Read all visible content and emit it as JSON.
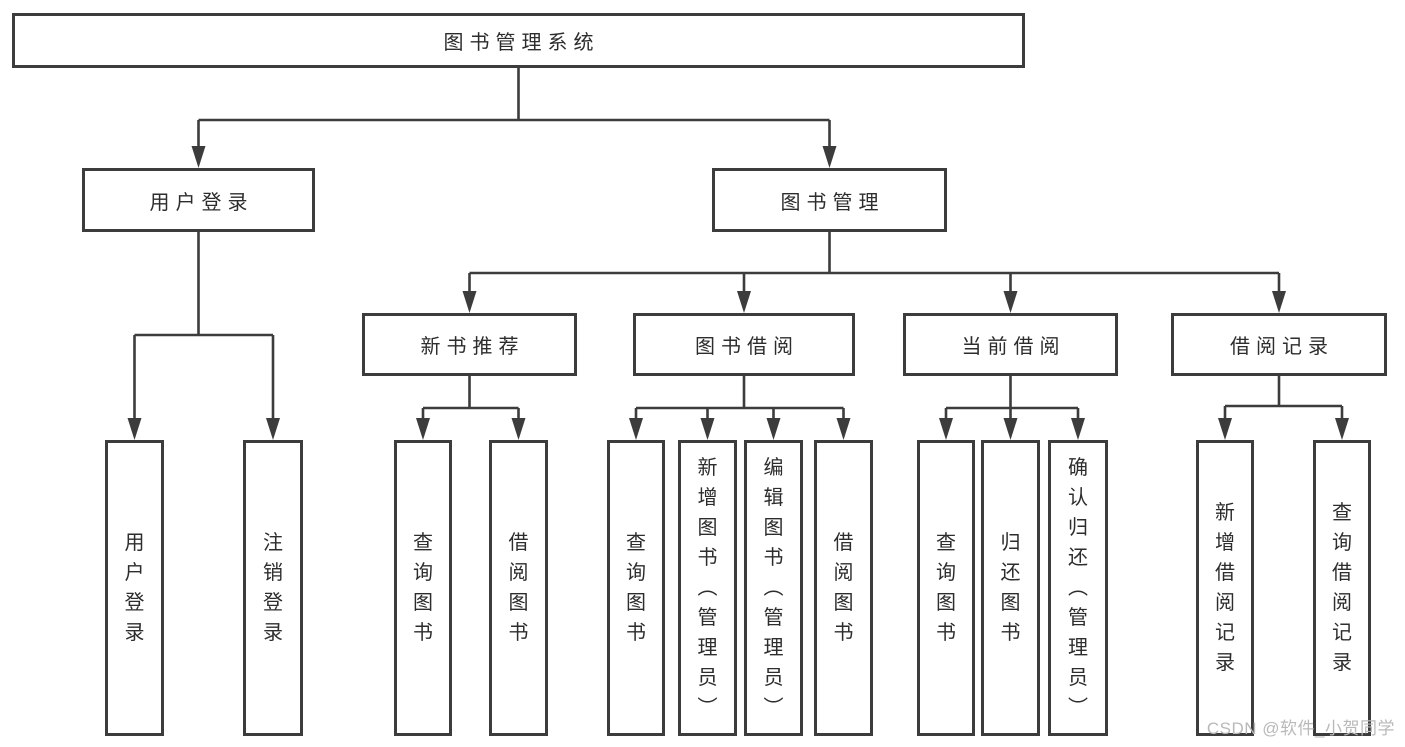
{
  "diagram_title": "图书管理系统",
  "watermark": "CSDN @软件_小贺同学",
  "colors": {
    "line": "#3c3c3c",
    "box_border": "#3c3c3c",
    "text": "#2d2d2d",
    "watermark": "#b9b9b9",
    "background": "#ffffff"
  },
  "nodes": [
    {
      "id": "root",
      "label": "图书管理系统",
      "parent": null,
      "orientation": "horizontal"
    },
    {
      "id": "login",
      "label": "用户登录",
      "parent": "root",
      "orientation": "horizontal"
    },
    {
      "id": "mgmt",
      "label": "图书管理",
      "parent": "root",
      "orientation": "horizontal"
    },
    {
      "id": "rec",
      "label": "新书推荐",
      "parent": "mgmt",
      "orientation": "horizontal"
    },
    {
      "id": "borrow",
      "label": "图书借阅",
      "parent": "mgmt",
      "orientation": "horizontal"
    },
    {
      "id": "current",
      "label": "当前借阅",
      "parent": "mgmt",
      "orientation": "horizontal"
    },
    {
      "id": "records",
      "label": "借阅记录",
      "parent": "mgmt",
      "orientation": "horizontal"
    },
    {
      "id": "leaf-login",
      "label": "用户登录",
      "parent": "login",
      "orientation": "vertical"
    },
    {
      "id": "leaf-logout",
      "label": "注销登录",
      "parent": "login",
      "orientation": "vertical"
    },
    {
      "id": "rec-query",
      "label": "查询图书",
      "parent": "rec",
      "orientation": "vertical"
    },
    {
      "id": "rec-borrow",
      "label": "借阅图书",
      "parent": "rec",
      "orientation": "vertical"
    },
    {
      "id": "borrow-query",
      "label": "查询图书",
      "parent": "borrow",
      "orientation": "vertical"
    },
    {
      "id": "borrow-add",
      "label": "新增图书（管理员）",
      "parent": "borrow",
      "orientation": "vertical"
    },
    {
      "id": "borrow-edit",
      "label": "编辑图书（管理员）",
      "parent": "borrow",
      "orientation": "vertical"
    },
    {
      "id": "borrow-lend",
      "label": "借阅图书",
      "parent": "borrow",
      "orientation": "vertical"
    },
    {
      "id": "current-query",
      "label": "查询图书",
      "parent": "current",
      "orientation": "vertical"
    },
    {
      "id": "current-return",
      "label": "归还图书",
      "parent": "current",
      "orientation": "vertical"
    },
    {
      "id": "current-confirm",
      "label": "确认归还（管理员）",
      "parent": "current",
      "orientation": "vertical"
    },
    {
      "id": "records-add",
      "label": "新增借阅记录",
      "parent": "records",
      "orientation": "vertical"
    },
    {
      "id": "records-query",
      "label": "查询借阅记录",
      "parent": "records",
      "orientation": "vertical"
    }
  ]
}
